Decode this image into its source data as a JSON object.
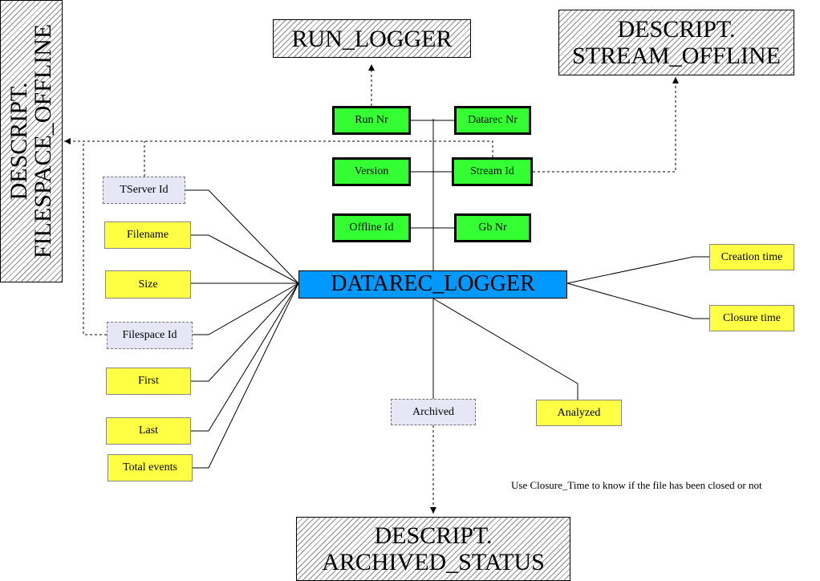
{
  "entities": {
    "run_logger": "RUN_LOGGER",
    "stream_offline_line1": "DESCRIPT.",
    "stream_offline_line2": "STREAM_OFFLINE",
    "filespace_offline_line1": "DESCRIPT.",
    "filespace_offline_line2": "FILESPACE_OFFLINE",
    "archived_status_line1": "DESCRIPT.",
    "archived_status_line2": "ARCHIVED_STATUS",
    "main": "DATAREC_LOGGER"
  },
  "key_fields": {
    "run_nr": "Run Nr",
    "datarec_nr": "Datarec Nr",
    "version": "Version",
    "stream_id": "Stream Id",
    "offline_id": "Offline Id",
    "gb_nr": "Gb Nr"
  },
  "fields": {
    "tserver_id": "TServer Id",
    "filename": "Filename",
    "size": "Size",
    "filespace_id": "Filespace Id",
    "first": "First",
    "last": "Last",
    "total_events": "Total events",
    "archived": "Archived",
    "analyzed": "Analyzed",
    "creation_time": "Creation time",
    "closure_time": "Closure time"
  },
  "note": "Use Closure_Time to know if the file has been closed or not",
  "colors": {
    "main": "#0099ff",
    "key_field": "#33ff33",
    "field": "#ffff44",
    "foreign_field": "#e6e6f6"
  }
}
